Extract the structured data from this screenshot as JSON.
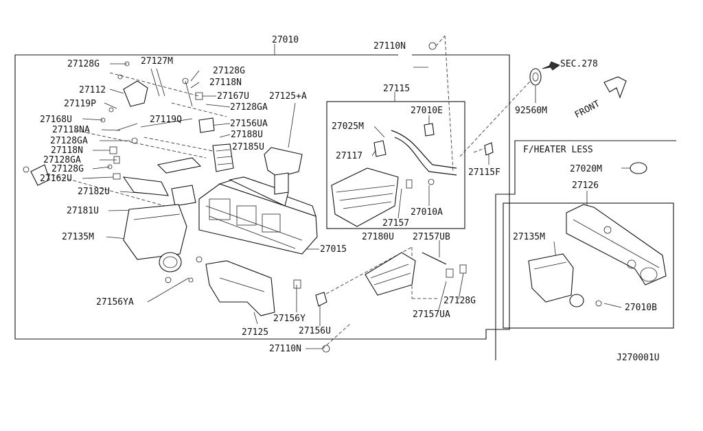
{
  "diagram_code": "J270001U",
  "section_heading": "F/HEATER LESS",
  "direction_label": "FRONT",
  "section_ref": "SEC.278",
  "labels": {
    "p27010": "27010",
    "p27110N_top": "27110N",
    "p27128G_1": "27128G",
    "p27127M": "27127M",
    "p27128G_2": "27128G",
    "p27118N_1": "27118N",
    "p27112": "27112",
    "p27167U": "27167U",
    "p27119P": "27119P",
    "p27128GA_1": "27128GA",
    "p27125A": "27125+A",
    "p27168U": "27168U",
    "p27119Q": "27119Q",
    "p27156UA": "27156UA",
    "p27118NA": "27118NA",
    "p27188U": "27188U",
    "p27128GA_2": "27128GA",
    "p27185U": "27185U",
    "p27118N_2": "27118N",
    "p27128GA_3": "27128GA",
    "p27128G_3": "27128G",
    "p27162U": "27162U",
    "p27182U": "27182U",
    "p27181U": "27181U",
    "p27135M_1": "27135M",
    "p27015": "27015",
    "p27156YA": "27156YA",
    "p27156Y": "27156Y",
    "p27125": "27125",
    "p27156U": "27156U",
    "p27110N_bot": "27110N",
    "p27115": "27115",
    "p27010E": "27010E",
    "p27025M": "27025M",
    "p27117": "27117",
    "p27115F": "27115F",
    "p27010A": "27010A",
    "p27157": "27157",
    "p27180U": "27180U",
    "p27157UB": "27157UB",
    "p27128G_4": "27128G",
    "p27157UA": "27157UA",
    "p92560M": "92560M",
    "p27020M": "27020M",
    "p27126": "27126",
    "p27135M_2": "27135M",
    "p27010B": "27010B"
  }
}
